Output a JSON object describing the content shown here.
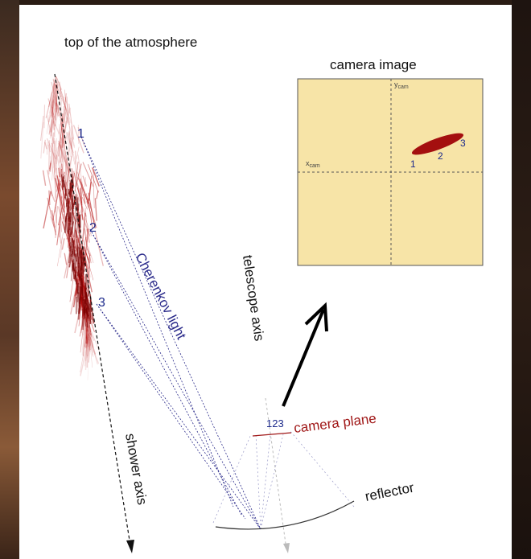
{
  "labels": {
    "top_of_atmosphere": "top of the atmosphere",
    "camera_image_title": "camera image",
    "cherenkov_light": "Cherenkov light",
    "telescope_axis": "telescope axis",
    "shower_axis": "shower axis",
    "camera_plane": "camera plane",
    "reflector": "reflector",
    "camera_plane_numbers": "123",
    "x_cam_main": "x",
    "x_cam_sub": "cam",
    "y_cam_main": "y",
    "y_cam_sub": "cam"
  },
  "shower_points": [
    "1",
    "2",
    "3"
  ],
  "image_points": [
    "1",
    "2",
    "3"
  ],
  "colors": {
    "shower_red": "#b00000",
    "camera_bg": "#f7e4a7",
    "ellipse": "#a40f0f",
    "number_blue": "#1c2a8c",
    "camera_plane_red": "#a01818"
  }
}
